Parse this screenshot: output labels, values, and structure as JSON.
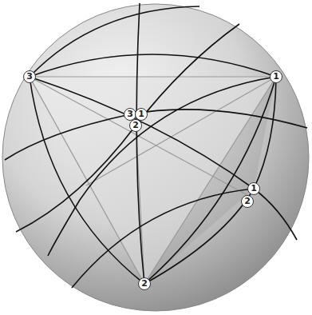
{
  "diagram": {
    "labels": [
      "3",
      "1",
      "3",
      "1",
      "2",
      "1",
      "2",
      "2"
    ]
  }
}
